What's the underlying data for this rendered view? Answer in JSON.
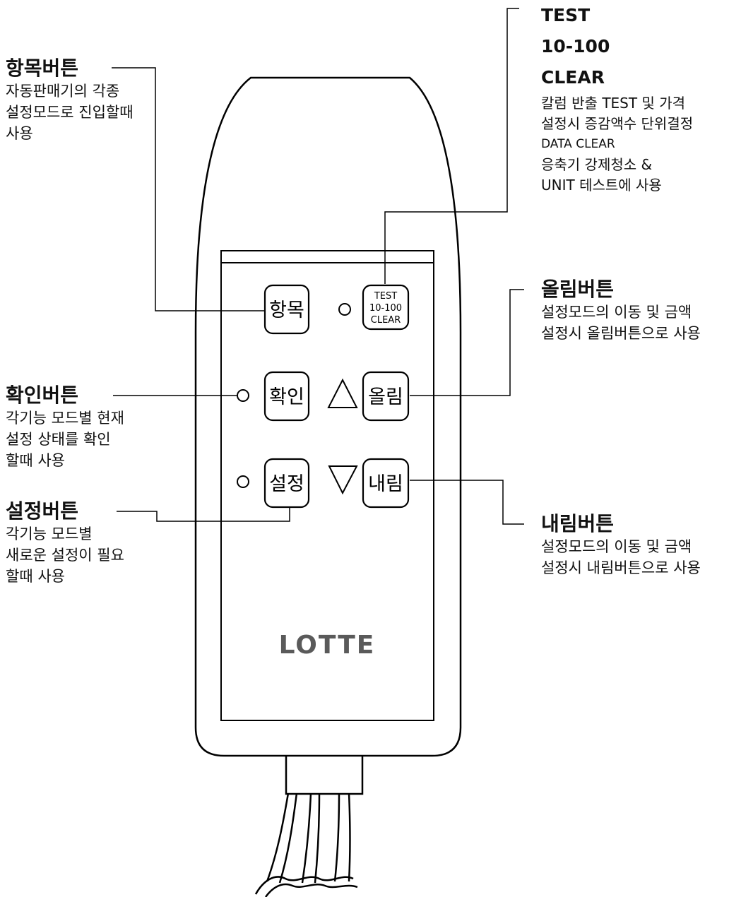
{
  "buttons": {
    "item": "항목",
    "confirm": "확인",
    "set": "설정",
    "up": "올림",
    "down": "내림",
    "test_lines": [
      "TEST",
      "10-100",
      "CLEAR"
    ]
  },
  "logo": "LOTTE",
  "annotations": {
    "item": {
      "title": "항목버튼",
      "lines": [
        "자동판매기의 각종",
        "설정모드로 진입할때",
        "사용"
      ]
    },
    "confirm": {
      "title": "확인버튼",
      "lines": [
        "각기능 모드별 현재",
        "설정 상태를 확인",
        "할때 사용"
      ]
    },
    "set": {
      "title": "설정버튼",
      "lines": [
        "각기능 모드별",
        "새로운 설정이 필요",
        "할때 사용"
      ]
    },
    "test": {
      "title_lines": [
        "TEST",
        "10-100",
        "CLEAR"
      ],
      "lines": [
        "칼럼 반출 TEST 및 가격",
        "설정시 증감액수 단위결정",
        "DATA CLEAR",
        "응축기 강제청소 &",
        "UNIT 테스트에 사용"
      ]
    },
    "up": {
      "title": "올림버튼",
      "lines": [
        "설정모드의 이동 및 금액",
        "설정시 올림버튼으로 사용"
      ]
    },
    "down": {
      "title": "내림버튼",
      "lines": [
        "설정모드의 이동 및 금액",
        "설정시 내림버튼으로 사용"
      ]
    }
  }
}
